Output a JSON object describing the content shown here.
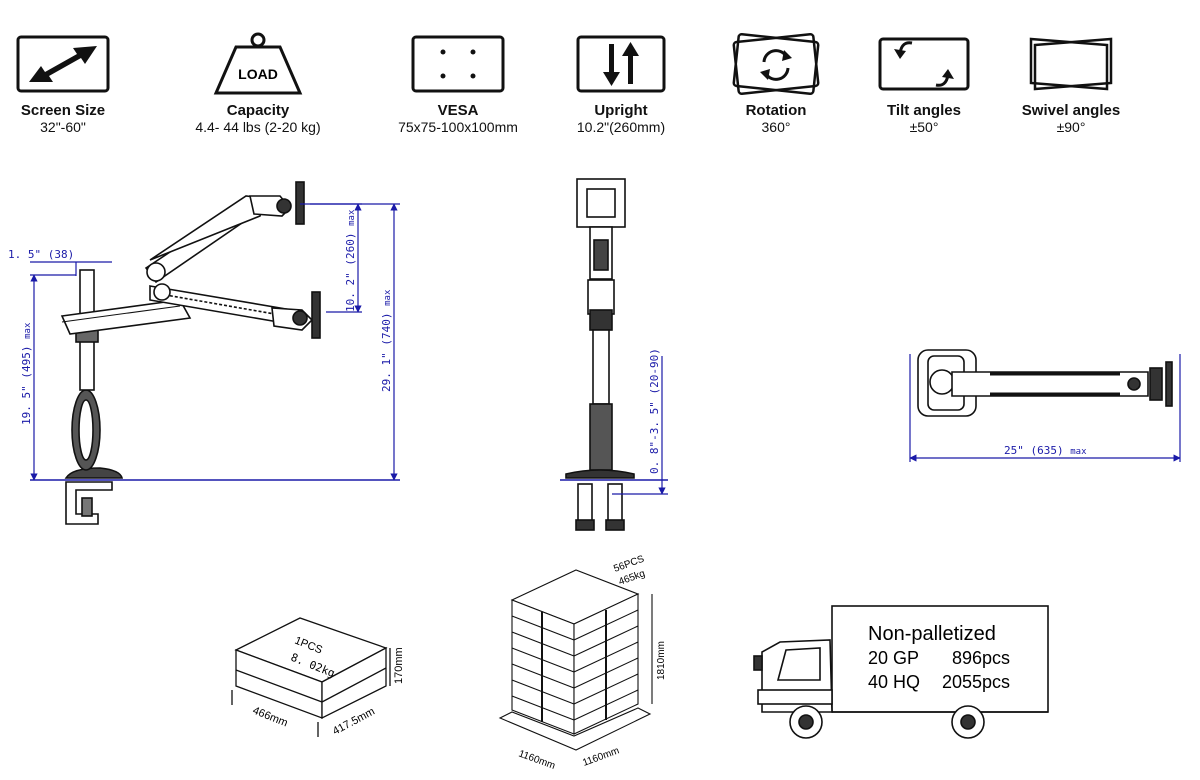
{
  "specs": [
    {
      "title": "Screen Size",
      "value": "32\"-60\"",
      "icon": "diagonal-arrow-icon"
    },
    {
      "title": "Capacity",
      "value": "4.4- 44 lbs (2-20 kg)",
      "icon": "weight-icon",
      "icon_text": "LOAD"
    },
    {
      "title": "VESA",
      "value": "75x75-100x100mm",
      "icon": "vesa-plate-icon"
    },
    {
      "title": "Upright",
      "value": "10.2\"(260mm)",
      "icon": "up-down-arrows-icon"
    },
    {
      "title": "Rotation",
      "value": "360°",
      "icon": "rotation-icon"
    },
    {
      "title": "Tilt angles",
      "value": "±50°",
      "icon": "tilt-icon"
    },
    {
      "title": "Swivel angles",
      "value": "±90°",
      "icon": "swivel-icon"
    }
  ],
  "side_view": {
    "pole_offset": "1. 5\" (38)",
    "upright_range": "10. 2\" (260)",
    "upright_suffix": "max",
    "max_height": "29. 1\" (740)",
    "max_height_suffix": "max",
    "pole_height": "19. 5\" (495)",
    "pole_height_suffix": "max"
  },
  "front_view": {
    "clamp_range": "0. 8\"-3. 5\" (20-90)"
  },
  "top_view": {
    "extension": "25\" (635)",
    "extension_suffix": "max"
  },
  "box": {
    "qty": "1PCS",
    "weight": "8. 02kg",
    "height": "170mm",
    "length": "466mm",
    "width": "417.5mm"
  },
  "pallet": {
    "qty": "56PCS",
    "weight": "465kg",
    "height": "1810mm",
    "length": "1160mm",
    "width": "1160mm"
  },
  "truck": {
    "title": "Non-palletized",
    "rows": [
      {
        "label": "20 GP",
        "value": "896pcs"
      },
      {
        "label": "40 HQ",
        "value": "2055pcs"
      }
    ]
  }
}
